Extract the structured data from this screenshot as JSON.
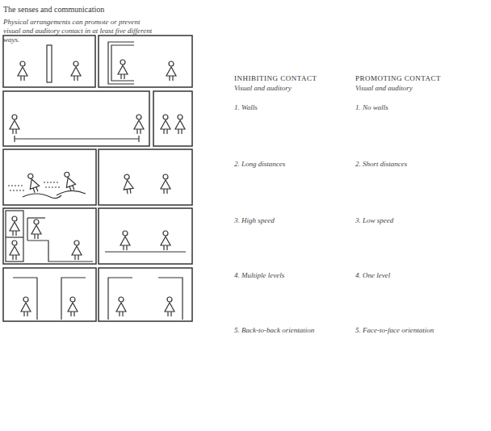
{
  "diagram": {
    "title": "The senses and communication",
    "labels": [
      "Physical arrangements can promote or prevent visual and auditory contact in at least five different ways.",
      "INHIBITING CONTACT",
      "Visual and auditory",
      "PROMOTING CONTACT",
      "Visual and auditory",
      "1. Walls",
      "1. No walls",
      "2. Long distances",
      "2. Short distances",
      "3. High speed",
      "3. Low speed",
      "4. Multiple levels",
      "4. One level",
      "5. Back-to-back orientation",
      "5. Face-to-face orientation"
    ]
  }
}
